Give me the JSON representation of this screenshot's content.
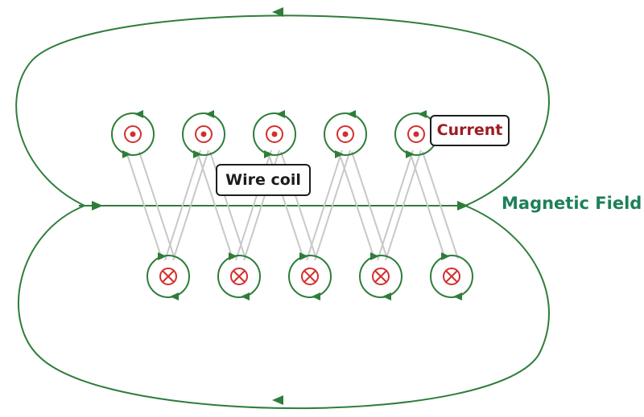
{
  "labels": {
    "wire_coil": "Wire coil",
    "current": "Current",
    "magnetic_field": "Magnetic Field"
  },
  "colors": {
    "field_lines": "#2e7d3a",
    "wire": "#c8c8c8",
    "current_symbol": "#d32f2f",
    "current_text": "#9e1b22",
    "field_text": "#1e8059"
  },
  "symbols": {
    "top_row": "current-out-of-page-dot",
    "bottom_row": "current-into-page-cross"
  }
}
